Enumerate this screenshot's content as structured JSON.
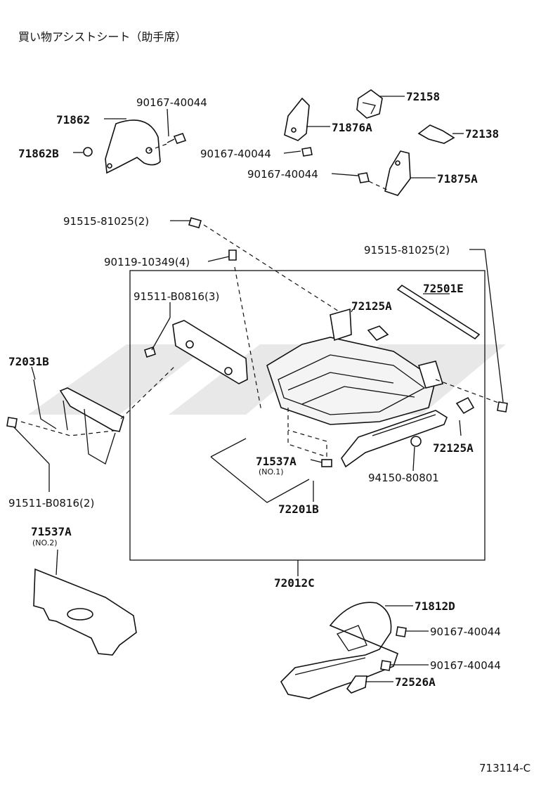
{
  "title": "買い物アシストシート（助手席）",
  "diagram_code": "713114-C",
  "callouts": [
    {
      "id": "c-71862",
      "label": "71862"
    },
    {
      "id": "c-90167-a",
      "label": "90167-40044"
    },
    {
      "id": "c-71862B",
      "label": "71862B"
    },
    {
      "id": "c-71876A",
      "label": "71876A"
    },
    {
      "id": "c-90167-b",
      "label": "90167-40044"
    },
    {
      "id": "c-72158",
      "label": "72158"
    },
    {
      "id": "c-72138",
      "label": "72138"
    },
    {
      "id": "c-90167-c",
      "label": "90167-40044"
    },
    {
      "id": "c-71875A",
      "label": "71875A"
    },
    {
      "id": "c-91515-a",
      "label": "91515-81025(2)"
    },
    {
      "id": "c-90119",
      "label": "90119-10349(4)"
    },
    {
      "id": "c-91515-b",
      "label": "91515-81025(2)"
    },
    {
      "id": "c-91511-a",
      "label": "91511-B0816(3)"
    },
    {
      "id": "c-72501E",
      "label": "72501E"
    },
    {
      "id": "c-72125A-a",
      "label": "72125A"
    },
    {
      "id": "c-72031B",
      "label": "72031B"
    },
    {
      "id": "c-72125A-b",
      "label": "72125A"
    },
    {
      "id": "c-71537A-a",
      "label": "71537A"
    },
    {
      "id": "c-no1",
      "label": "(NO.1)"
    },
    {
      "id": "c-94150",
      "label": "94150-80801"
    },
    {
      "id": "c-72201B",
      "label": "72201B"
    },
    {
      "id": "c-91511-b",
      "label": "91511-B0816(2)"
    },
    {
      "id": "c-71537A-b",
      "label": "71537A"
    },
    {
      "id": "c-no2",
      "label": "(NO.2)"
    },
    {
      "id": "c-72012C",
      "label": "72012C"
    },
    {
      "id": "c-71812D",
      "label": "71812D"
    },
    {
      "id": "c-90167-d",
      "label": "90167-40044"
    },
    {
      "id": "c-90167-e",
      "label": "90167-40044"
    },
    {
      "id": "c-72526A",
      "label": "72526A"
    }
  ]
}
